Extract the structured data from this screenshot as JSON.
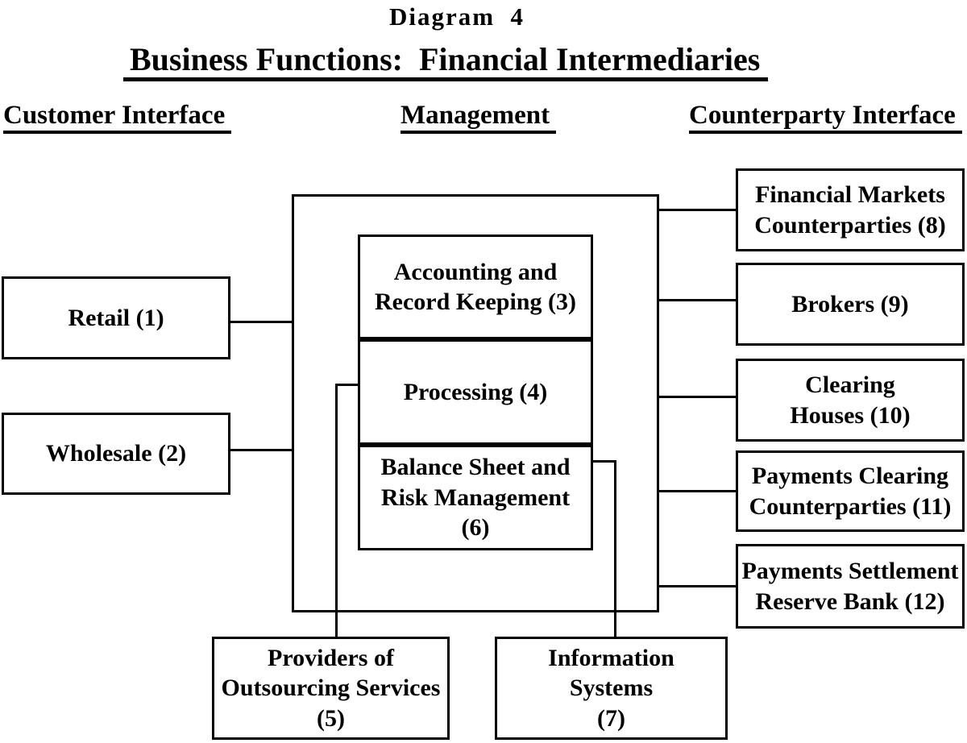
{
  "colors": {
    "ink": "#000000",
    "background": "#ffffff"
  },
  "header": {
    "title": "Diagram  4",
    "subtitle": "Business Functions:  Financial Intermediaries"
  },
  "column_headers": {
    "customer": "Customer Interface",
    "management": "Management",
    "counterparty": "Counterparty Interface"
  },
  "customer_interface": {
    "retail": "Retail (1)",
    "wholesale": "Wholesale (2)"
  },
  "management_functions": {
    "accounting": "Accounting and\nRecord Keeping (3)",
    "processing": "Processing (4)",
    "balance_sheet": "Balance Sheet and\nRisk Management\n(6)"
  },
  "counterparty_interface": {
    "financial_markets": "Financial Markets\nCounterparties (8)",
    "brokers": "Brokers (9)",
    "clearing_houses": "Clearing\nHouses (10)",
    "payments_clearing": "Payments Clearing\nCounterparties (11)",
    "payments_settlement": "Payments Settlement\nReserve Bank (12)"
  },
  "support_services": {
    "outsourcing_providers": "Providers of\nOutsourcing Services\n(5)",
    "information_systems": "Information\nSystems\n(7)"
  }
}
